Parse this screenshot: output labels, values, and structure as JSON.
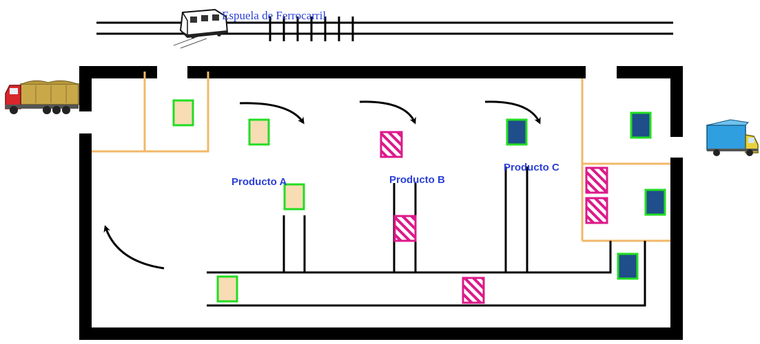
{
  "rail_label": "Espuela de Ferrocarril",
  "zones": {
    "a": "Producto A",
    "b": "Producto B",
    "c": "Producto C"
  },
  "colors": {
    "wall": "#000000",
    "partition": "#f2b86a",
    "pallet_border": "#22dd22",
    "pallet_a_fill": "#f7dcb4",
    "pallet_c_fill": "#1f4e8a",
    "pallet_b_stroke": "#dd1a8a",
    "label": "#2a3fd6"
  },
  "icons": {
    "train": "locomotive-icon",
    "inbound_truck": "inbound-truck-icon",
    "outbound_truck": "delivery-truck-icon"
  }
}
